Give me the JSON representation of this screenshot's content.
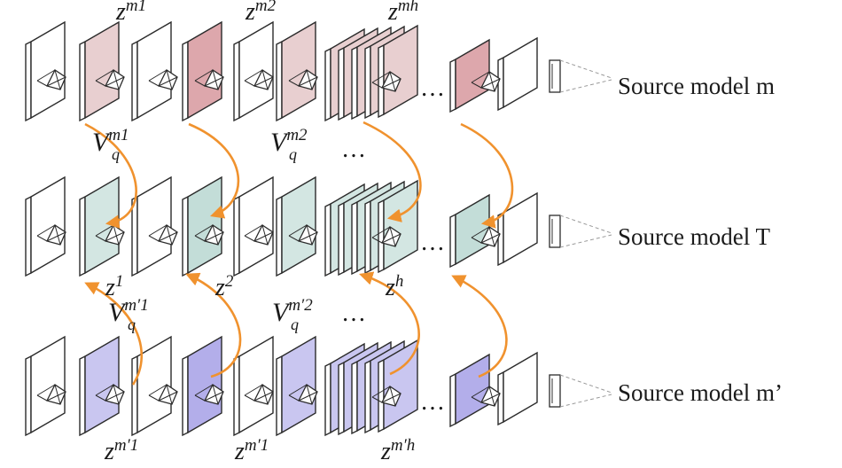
{
  "rows": [
    {
      "id": "m",
      "row_label": "Source model  m",
      "accent": "#e8cfd0",
      "accent_strong": "#dda7ac",
      "top_labels": [
        {
          "base": "z",
          "sup": "m1"
        },
        {
          "base": "z",
          "sup": "m2"
        },
        {
          "base": "z",
          "sup": "mh"
        }
      ]
    },
    {
      "id": "T",
      "row_label": "Source model T",
      "accent": "#d3e6e2",
      "accent_strong": "#c3ddd8",
      "bottom_labels": [
        {
          "base": "z",
          "sup": "1"
        },
        {
          "base": "z",
          "sup": "2"
        },
        {
          "base": "z",
          "sup": "h"
        }
      ]
    },
    {
      "id": "m_prime",
      "row_label": "Source model m’",
      "accent": "#c9c6f0",
      "accent_strong": "#b3aeea",
      "bottom_labels": [
        {
          "base": "z",
          "sup": "m′1"
        },
        {
          "base": "z",
          "sup": "m′1"
        },
        {
          "base": "z",
          "sup": "m′h"
        }
      ]
    }
  ],
  "transfer_labels": {
    "upper": [
      {
        "base": "V",
        "sub": "q",
        "sup": "m1"
      },
      {
        "base": "V",
        "sub": "q",
        "sup": "m2"
      }
    ],
    "lower": [
      {
        "base": "V",
        "sub": "q",
        "sup": "m′1"
      },
      {
        "base": "V",
        "sub": "q",
        "sup": "m′2"
      }
    ]
  },
  "ellipsis": "…",
  "colors": {
    "arrow": "#f0922e",
    "stroke": "#2b2b2b",
    "head_stroke": "#9a9a9a"
  }
}
